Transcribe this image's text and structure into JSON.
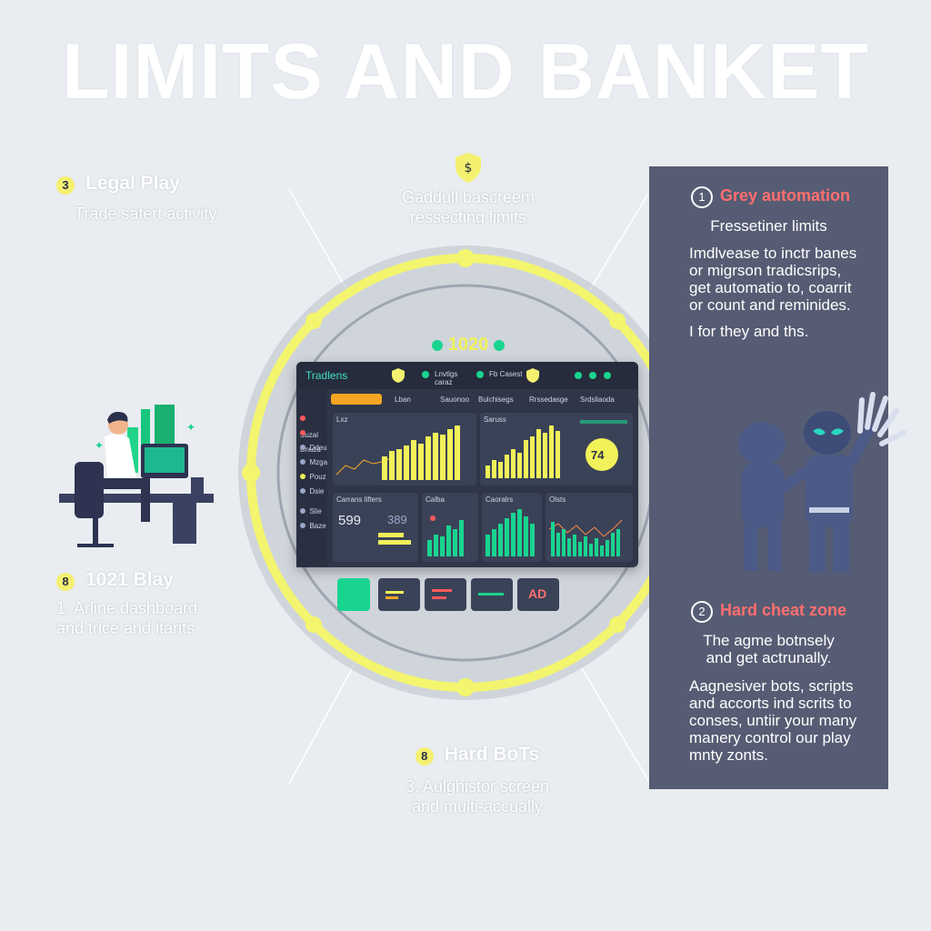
{
  "title": "LIMITS AND BANKET",
  "top_center": {
    "icon": "shield-icon",
    "line1": "Gaddull bascreem",
    "line2": "ressecting limits"
  },
  "legal_play": {
    "badge": "3",
    "title": "Legal Play",
    "sub": "Trade safert activity"
  },
  "play_1021": {
    "badge": "8",
    "title": "1021 Blay",
    "line1": "1. Arline dashboard",
    "line2": "and trice and itarits"
  },
  "hard_bots": {
    "badge": "8",
    "title": "Hard BoTs",
    "line1": "3. Aulghistor screen",
    "line2": "and multi-accually"
  },
  "panel": {
    "grey": {
      "num": "1",
      "title": "Grey automation",
      "intro": "Fressetiner limits",
      "lines": [
        "Imdlvease to inctr banes",
        "or migrson tradicsrips,",
        "get automatio to, coarrit",
        "or count and reminides."
      ],
      "tail": "I for they and ths."
    },
    "hard": {
      "num": "2",
      "title": "Hard cheat zone",
      "intro": [
        "The agme botnsely",
        "and get actrunally."
      ],
      "lines": [
        "Aagnesiver bots, scripts",
        "and accorts ind scrits to",
        "conses, untiir your many",
        "manery control our play",
        "mnty zonts."
      ]
    }
  },
  "dashboard": {
    "counter": "1020",
    "brand": "Tradlens",
    "header_items": [
      "Lnvtlgs caraz",
      "Fb Casest"
    ],
    "tabs": [
      "",
      "Lban",
      "Sauonoo",
      "Bulchisegs",
      "Rrssedasge",
      "Srdsliaoda"
    ],
    "sidebar": [
      "Suzal",
      "Bnuza",
      "Ddeu",
      "Mzga",
      "Pouz",
      "Dsie",
      "Slie",
      "Baze"
    ],
    "panel_a_title": "Lxz",
    "panel_b_title": "Saruss",
    "gauge_value": "74",
    "card1_title": "Carrans lifters",
    "card1_value": "599",
    "card1_value2": "389",
    "card2_title": "Calba",
    "card3_title": "Caoralrs",
    "card4_title": "Olsts",
    "bottom_ads": "AD"
  },
  "colors": {
    "yellow": "#f1f15a",
    "green": "#19d48f",
    "panel": "#565c73",
    "red": "#ff6f6f"
  }
}
